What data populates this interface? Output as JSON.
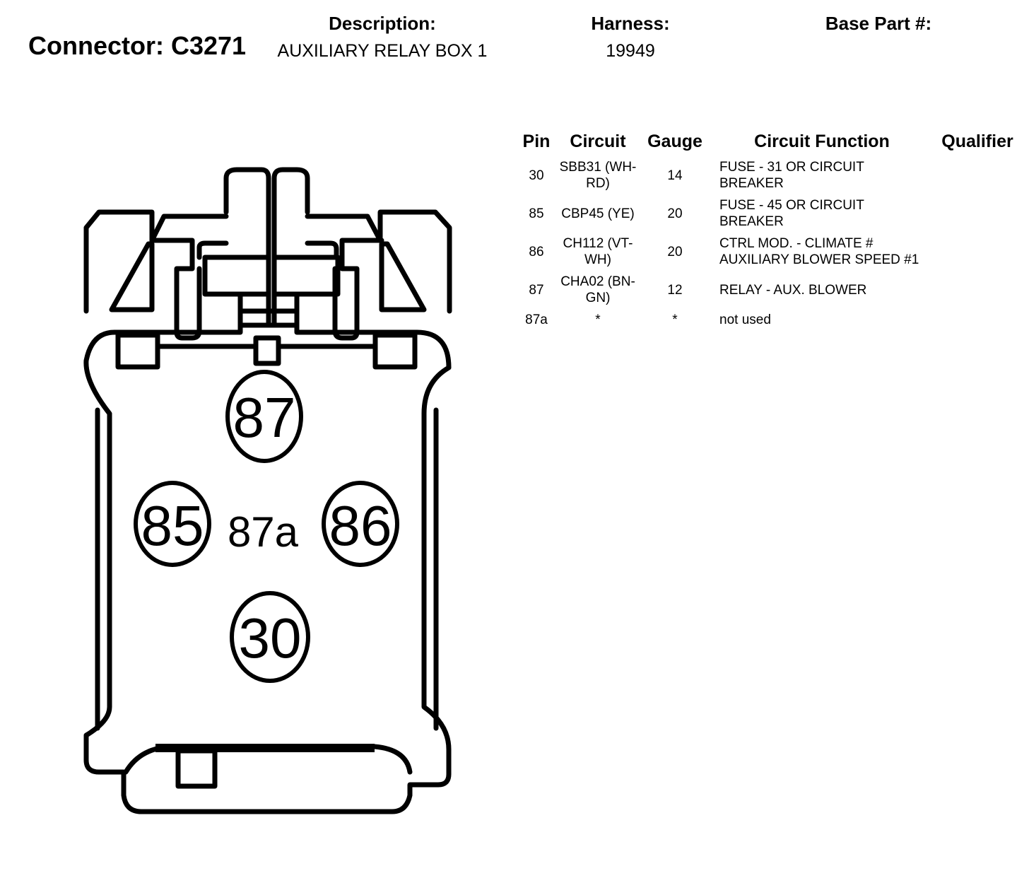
{
  "header": {
    "connector_title": "Connector: C3271",
    "description_label": "Description:",
    "description_value": "AUXILIARY RELAY BOX 1",
    "harness_label": "Harness:",
    "harness_value": "19949",
    "base_part_label": "Base Part #:",
    "base_part_value": ""
  },
  "table": {
    "columns": [
      "Pin",
      "Circuit",
      "Gauge",
      "Circuit Function",
      "Qualifier"
    ],
    "rows": [
      {
        "pin": "30",
        "circuit": "SBB31 (WH-RD)",
        "gauge": "14",
        "function": "FUSE - 31 OR CIRCUIT BREAKER",
        "qualifier": ""
      },
      {
        "pin": "85",
        "circuit": "CBP45 (YE)",
        "gauge": "20",
        "function": "FUSE - 45 OR CIRCUIT BREAKER",
        "qualifier": ""
      },
      {
        "pin": "86",
        "circuit": "CH112 (VT-WH)",
        "gauge": "20",
        "function": "CTRL MOD. - CLIMATE # AUXILIARY BLOWER SPEED #1",
        "qualifier": ""
      },
      {
        "pin": "87",
        "circuit": "CHA02 (BN-GN)",
        "gauge": "12",
        "function": "RELAY - AUX. BLOWER",
        "qualifier": ""
      },
      {
        "pin": "87a",
        "circuit": "*",
        "gauge": "*",
        "function": "not used",
        "qualifier": ""
      }
    ]
  },
  "diagram": {
    "pins": [
      {
        "label": "87",
        "circled": true
      },
      {
        "label": "85",
        "circled": true
      },
      {
        "label": "87a",
        "circled": false
      },
      {
        "label": "86",
        "circled": true
      },
      {
        "label": "30",
        "circled": true
      }
    ]
  }
}
